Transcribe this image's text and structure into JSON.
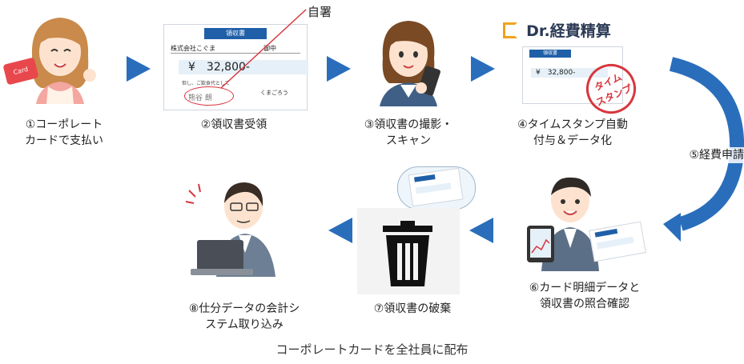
{
  "colors": {
    "accent": "#2a6ebb",
    "receipt_header": "#1f5fa8",
    "stamp": "#d9363e"
  },
  "logo": {
    "text": "Dr.経費精算"
  },
  "annotation": {
    "signature_note": "自署"
  },
  "card": {
    "text": "Card"
  },
  "receipt": {
    "header": "領収書",
    "company": "株式会社こぐま",
    "honorific": "御中",
    "amount": "¥　32,800-",
    "note": "但し、ご飲食代として",
    "issuer": "くまごろう",
    "signature": "熊谷 朗"
  },
  "stamp": {
    "line1": "タイム",
    "line2": "スタンプ"
  },
  "steps": [
    {
      "label_line1": "①コーポレート",
      "label_line2": "カードで支払い"
    },
    {
      "label_line1": "②領収書受領",
      "label_line2": ""
    },
    {
      "label_line1": "③領収書の撮影・",
      "label_line2": "スキャン"
    },
    {
      "label_line1": "④タイムスタンプ自動",
      "label_line2": "付与＆データ化"
    },
    {
      "label_line1": "⑤経費申請",
      "label_line2": ""
    },
    {
      "label_line1": "⑥カード明細データと",
      "label_line2": "領収書の照合確認"
    },
    {
      "label_line1": "⑦領収書の破棄",
      "label_line2": ""
    },
    {
      "label_line1": "⑧仕分データの会計シ",
      "label_line2": "ステム取り込み"
    }
  ],
  "caption": "コーポレートカードを全社員に配布"
}
